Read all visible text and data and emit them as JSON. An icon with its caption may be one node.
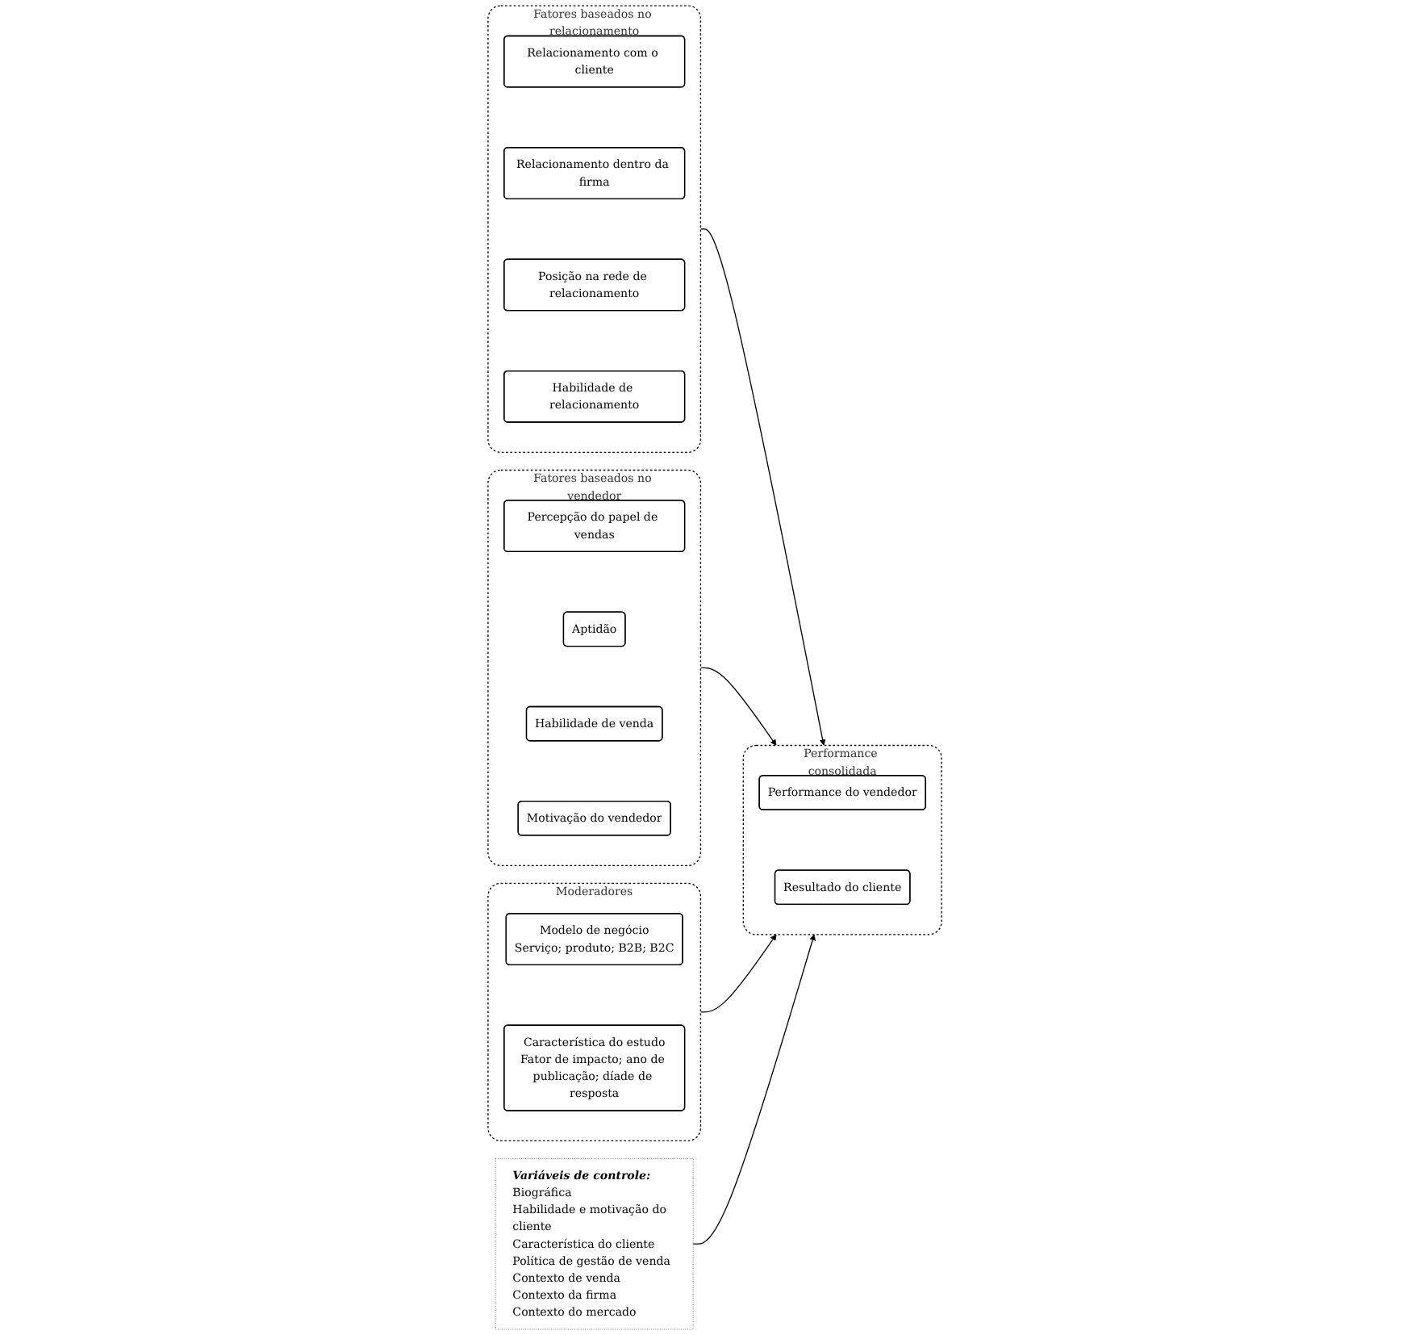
{
  "diagram": {
    "nodes": [
      {
        "text": [
          "Fatores baseados no relacionamento"
        ]
      },
      {
        "text": [
          "Relacionamento com o cliente"
        ],
        "in": 0
      },
      {
        "text": [
          "Relacionamento dentro da firma"
        ],
        "in": 0
      },
      {
        "text": [
          "Posição na rede de relacionamento"
        ],
        "in": 0
      },
      {
        "text": [
          "Habilidade de relacionamento"
        ],
        "in": 0
      },
      {
        "text": [
          "Moderadores"
        ]
      },
      {
        "text": [
          "Modelo de negócio",
          "Serviço; produto; B2B; B2C"
        ],
        "in": 5
      },
      {
        "text": [
          "Característica do estudo",
          "Fator de impacto; ano de publicação; díade de resposta"
        ],
        "in": 5
      },
      {
        "text": [
          "Performance consolidada"
        ]
      },
      {
        "text": [
          "Performance do vendedor"
        ],
        "in": 8
      },
      {
        "text": [
          "Resultado do cliente"
        ],
        "in": 8
      },
      {
        "text": [
          "Fatores baseados no vendedor"
        ]
      },
      {
        "text": [
          "Percepção do papel de vendas"
        ],
        "in": 11
      },
      {
        "text": [
          "Aptidão"
        ],
        "in": 11
      },
      {
        "text": [
          "Habilidade de venda"
        ],
        "in": 11
      },
      {
        "text": [
          "Motivação do vendedor"
        ],
        "in": 11
      },
      {
        "text": [
          "Variáveis de controle:",
          "Biográfica",
          "Habilidade e motivação do cliente",
          "Característica do cliente",
          "Política de gestão de venda",
          "Contexto de venda",
          "Contexto da firma",
          "Contexto do mercado"
        ]
      }
    ],
    "edges": [
      {
        "from": 0,
        "to": 8,
        "arrow": "to"
      },
      {
        "from": 11,
        "to": 8,
        "arrow": "to"
      },
      {
        "from": 5,
        "to": 8,
        "arrow": "to"
      },
      {
        "from": 16,
        "to": 8,
        "arrow": "to"
      }
    ]
  }
}
